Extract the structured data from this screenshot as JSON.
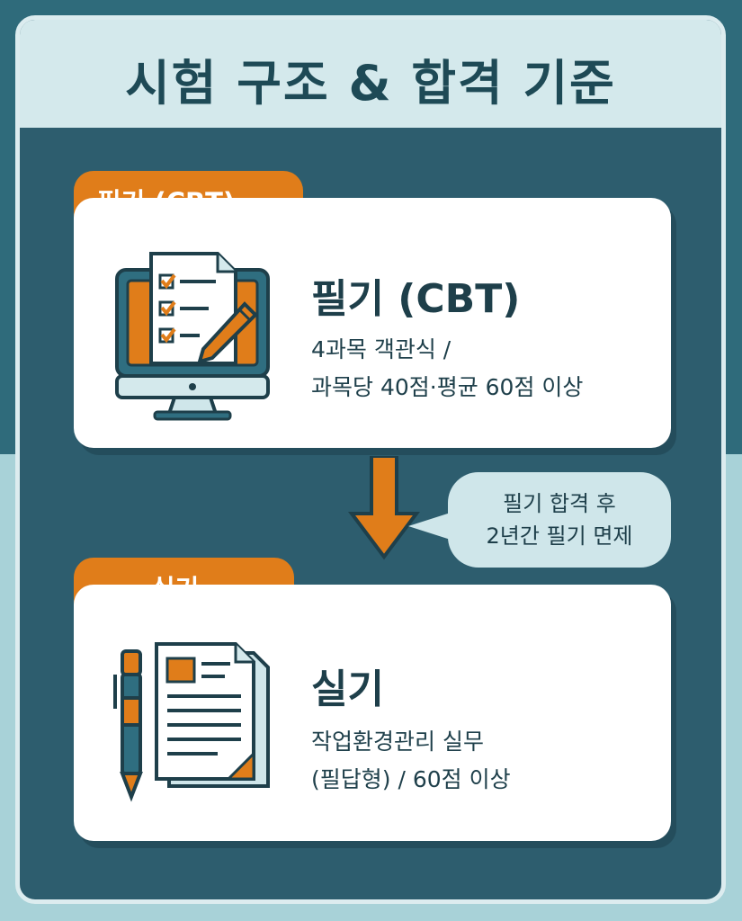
{
  "title": "시험 구조 & 합격 기준",
  "written": {
    "tab": "필기 (CBT)",
    "title": "필기 (CBT)",
    "desc_line1": "4과목 객관식 /",
    "desc_line2": "과목당 40점·평균 60점 이상",
    "icon": "computer-checklist-icon"
  },
  "exemption": {
    "line1": "필기 합격 후",
    "line2": "2년간 필기 면제"
  },
  "practical": {
    "tab": "실기",
    "title": "실기",
    "desc_line1": "작업환경관리 실무",
    "desc_line2": "(필답형) / 60점 이상",
    "icon": "pen-document-icon"
  },
  "colors": {
    "accent": "#e07d1a",
    "panel": "#2d5d6e",
    "header": "#d4e9ec",
    "text": "#1e3f4a"
  }
}
